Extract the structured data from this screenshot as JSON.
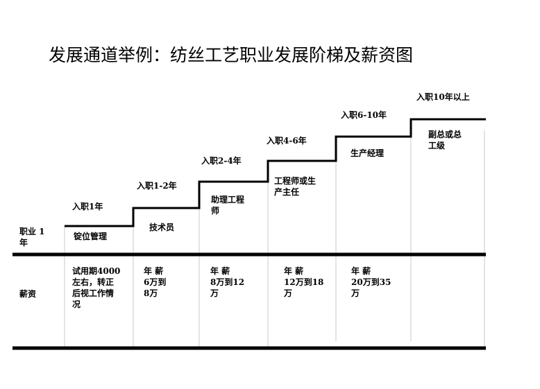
{
  "title": "发展通道举例：纺丝工艺职业发展阶梯及薪资图",
  "row_labels": {
    "career_line1": "职业  1",
    "career_line2": "年",
    "salary": "薪资"
  },
  "stages": [
    {
      "tenure": "入职1年",
      "position_lines": [
        "锭位管理"
      ],
      "salary_lines": [
        "试用期4000",
        "左右，转正",
        "后视工作情",
        "况"
      ]
    },
    {
      "tenure": "入职1-2年",
      "position_lines": [
        "技术员"
      ],
      "salary_lines": [
        "年  薪",
        "6万到",
        "8万"
      ]
    },
    {
      "tenure": "入职2-4年",
      "position_lines": [
        "助理工程",
        "师"
      ],
      "salary_lines": [
        "年  薪",
        "8万到12",
        "万"
      ]
    },
    {
      "tenure": "入职4-6年",
      "position_lines": [
        "工程师或生",
        "产主任"
      ],
      "salary_lines": [
        "年  薪",
        "12万到18",
        "万"
      ]
    },
    {
      "tenure": "入职6-10年",
      "position_lines": [
        "生产经理"
      ],
      "salary_lines": [
        "年  薪",
        "20万到35",
        "万"
      ]
    },
    {
      "tenure": "入职10年以上",
      "position_lines": [
        "副总或总",
        "工级"
      ],
      "salary_lines": []
    }
  ],
  "colors": {
    "line": "#000000",
    "divider": "#c8c8c8",
    "background": "#ffffff"
  }
}
